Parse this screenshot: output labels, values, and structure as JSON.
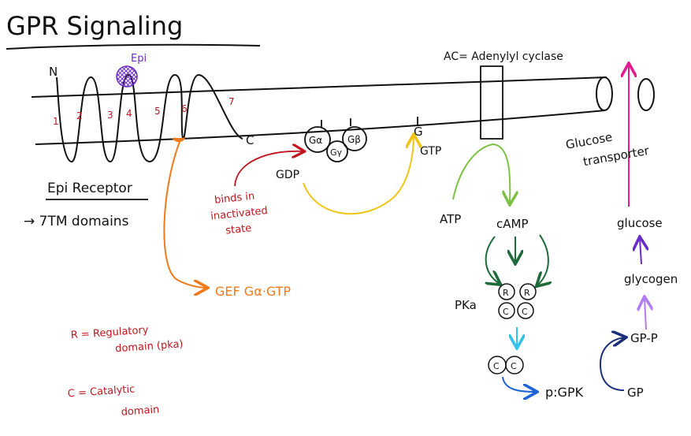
{
  "title": "GPR Signaling",
  "epi_label": "Epi",
  "n_term": "N",
  "c_term": "C",
  "tm_numbers": [
    "1",
    "2",
    "3",
    "4",
    "5",
    "6",
    "7"
  ],
  "receptor_title": "Epi Receptor",
  "receptor_note": "→ 7TM domains",
  "g_alpha": "Gα",
  "g_beta": "Gβ",
  "g_gamma": "Gγ",
  "gdp": "GDP",
  "gtp": "GTP",
  "g_small": "G",
  "binds_note": [
    "binds in",
    "inactivated",
    "state"
  ],
  "gef_note": "GEF Gα·GTP",
  "r_def": [
    "R = Regulatory",
    "domain (pka)"
  ],
  "c_def": [
    "C = Catalytic",
    "domain"
  ],
  "ac_def": "AC= Adenylyl cyclase",
  "atp": "ATP",
  "camp": "cAMP",
  "pka": "PKa",
  "pka_r": "R",
  "pka_c": "C",
  "p_gpk": "p:GPK",
  "gp": "GP",
  "gp_p": "GP-P",
  "glycogen": "glycogen",
  "glucose": "glucose",
  "glucose_transporter": [
    "Glucose",
    "transporter"
  ],
  "colors": {
    "ink": "#111111",
    "red": "#c0151f",
    "orange": "#f07a1a",
    "yellow": "#f2c418",
    "green_light": "#7cc242",
    "green_dark": "#1f6b3a",
    "cyan": "#33c3e6",
    "blue": "#1e63d8",
    "navy": "#1c2f7a",
    "violet": "#b07cf0",
    "purple": "#6a2cc8",
    "magenta": "#e31b8f"
  }
}
